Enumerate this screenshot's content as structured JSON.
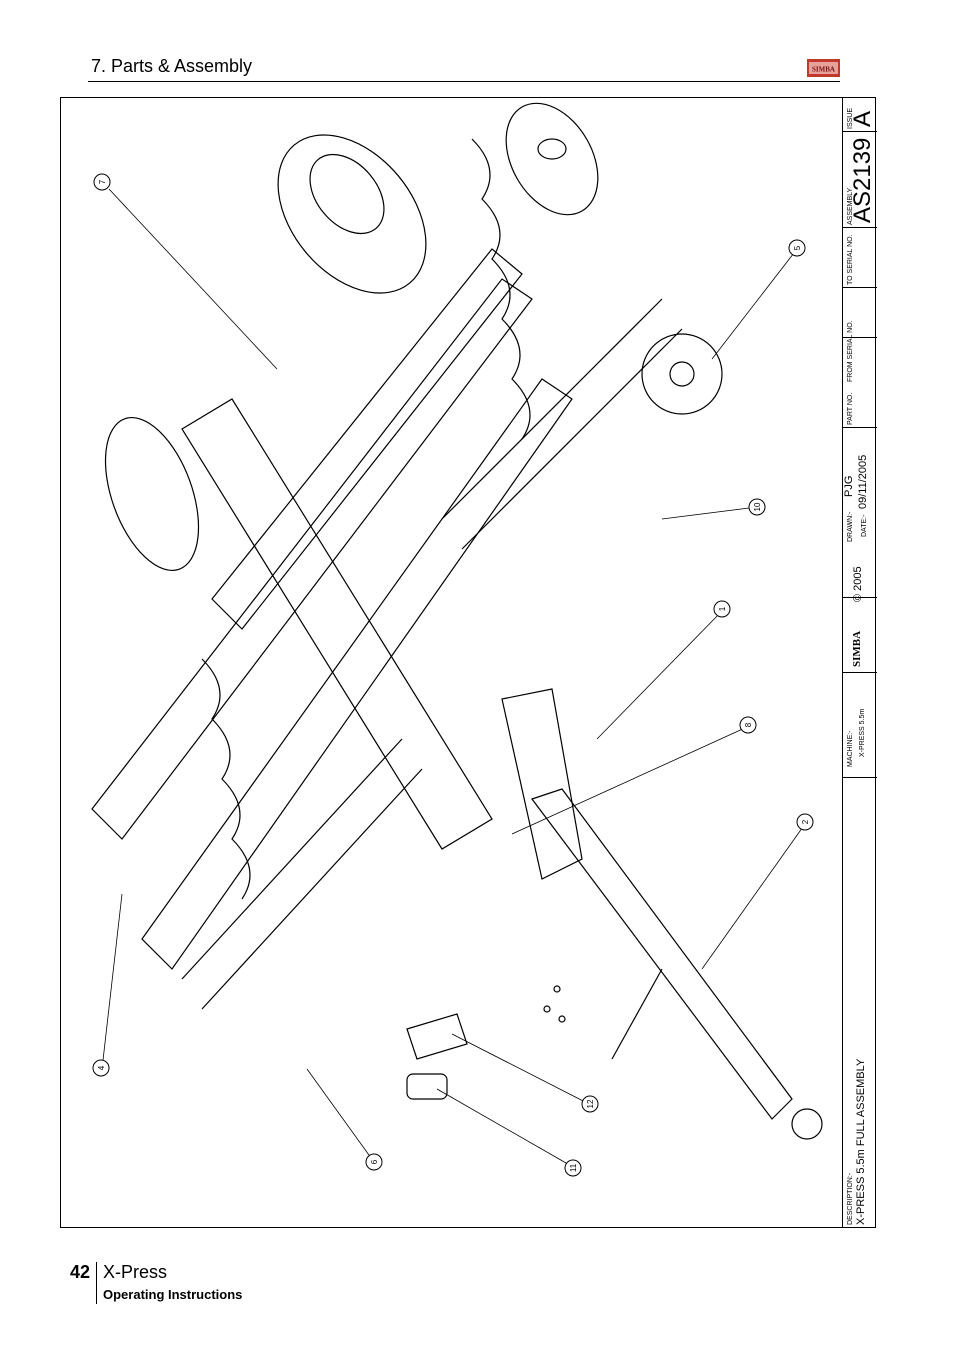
{
  "header": {
    "section_title": "7. Parts & Assembly",
    "logo_text": "SIMBA",
    "logo_color": "#c0392b"
  },
  "title_block": {
    "issue_label": "ISSUE",
    "issue_value": "A",
    "assembly_label": "ASSEMBLY",
    "assembly_value": "AS2139",
    "to_serial_label": "TO SERIAL NO.",
    "from_serial_label": "FROM SERIAL NO.",
    "part_no_label": "PART NO.",
    "drawn_label": "DRAWN:-",
    "drawn_value": "PJG",
    "date_label": "DATE:-",
    "date_value": "09/11/2005",
    "brand": "SIMBA",
    "copyright": "© 2005",
    "machine_label": "MACHINE:-",
    "machine_value": "X-PRESS 5.5m",
    "description_label": "DESCRIPTION:-",
    "description_value": "X-PRESS 5.5m FULL ASSEMBLY"
  },
  "callouts": [
    "7",
    "5",
    "10",
    "1",
    "8",
    "2",
    "4",
    "6",
    "12",
    "11"
  ],
  "footer": {
    "page_number": "42",
    "product": "X-Press",
    "subtitle": "Operating Instructions"
  }
}
